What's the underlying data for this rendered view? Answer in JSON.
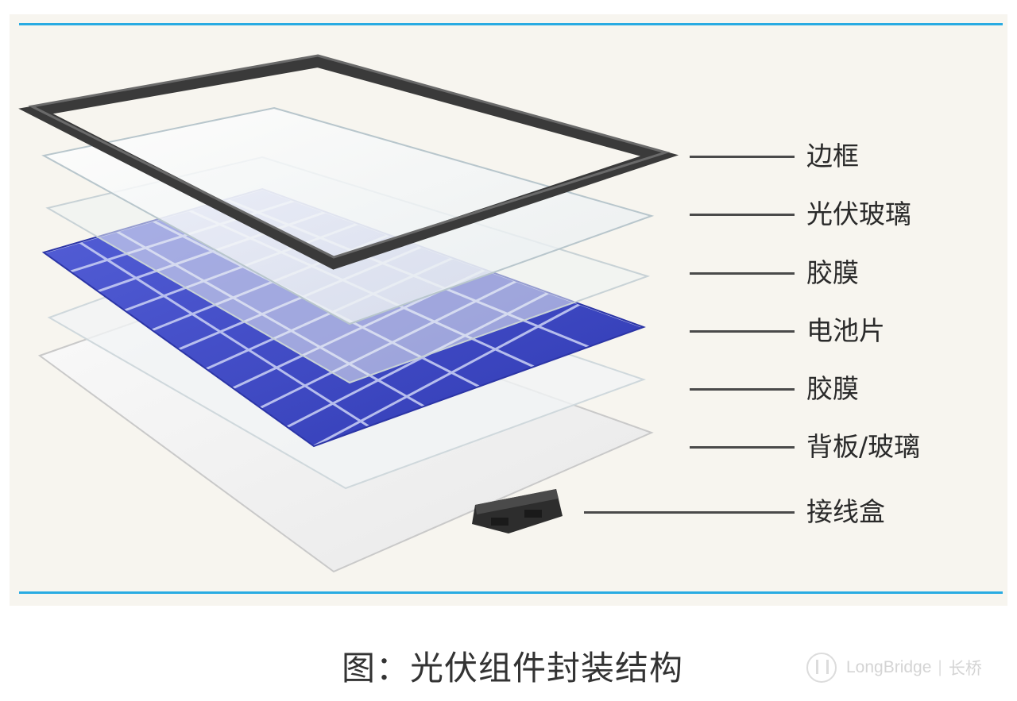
{
  "diagram": {
    "layers": [
      {
        "label": "边框"
      },
      {
        "label": "光伏玻璃"
      },
      {
        "label": "胶膜"
      },
      {
        "label": "电池片"
      },
      {
        "label": "胶膜"
      },
      {
        "label": "背板/玻璃"
      },
      {
        "label": "接线盒"
      }
    ],
    "colors": {
      "accent_rule": "#29abe2",
      "cell_blue": "#3a46c6",
      "frame": "#3a3a3a",
      "leader": "#4a4a4a"
    }
  },
  "caption": "图：光伏组件封装结构",
  "watermark": {
    "brand": "LongBridge",
    "separator": "|",
    "name_cn": "长桥"
  }
}
